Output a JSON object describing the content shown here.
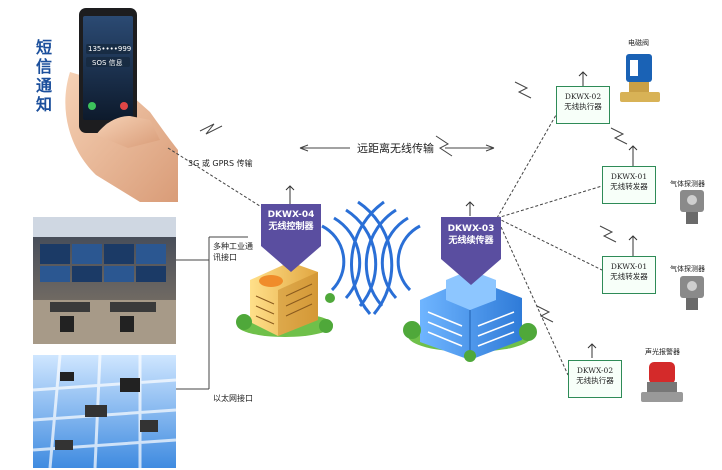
{
  "left": {
    "sms_notice": "短信通知",
    "phone_number": "135••••999",
    "phone_message": "SOS 信息"
  },
  "links": {
    "gprs": "3G 或 GPRS 传输",
    "long_range": "远距离无线传输",
    "industrial_port": "多种工业通讯接口",
    "ethernet_port": "以太网接口"
  },
  "controller": {
    "line1": "DKWX-04",
    "line2": "无线控制器"
  },
  "relay": {
    "line1": "DKWX-03",
    "line2": "无线续传器"
  },
  "devices": [
    {
      "line1": "DKWX-02",
      "line2": "无线执行器",
      "label": "电磁阀"
    },
    {
      "line1": "DKWX-01",
      "line2": "无线转发器",
      "label": "气体探测器"
    },
    {
      "line1": "DKWX-01",
      "line2": "无线转发器",
      "label": "气体探测器"
    },
    {
      "line1": "DKWX-02",
      "line2": "无线执行器",
      "label": "声光报警器"
    }
  ],
  "colors": {
    "badge": "#5a4ea0",
    "box_border": "#2e8b57",
    "wave": "#2a6fd6",
    "line": "#444444"
  }
}
